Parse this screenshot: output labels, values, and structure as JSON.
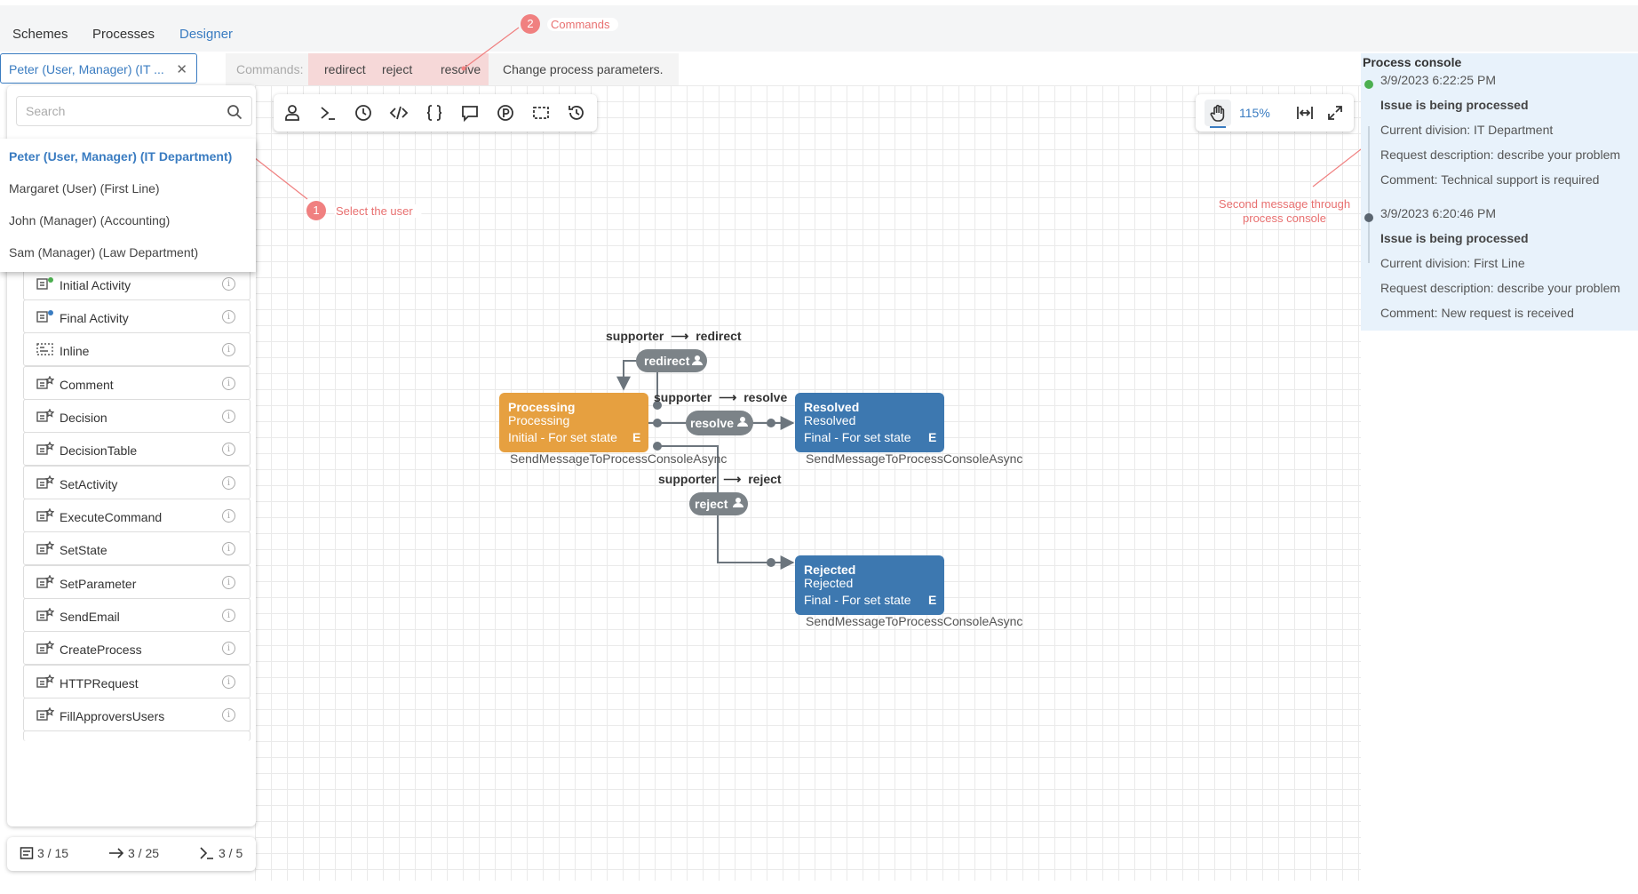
{
  "tabs": [
    {
      "label": "Schemes"
    },
    {
      "label": "Processes"
    },
    {
      "label": "Designer"
    }
  ],
  "user_select": {
    "value": "Peter (User, Manager) (IT ..."
  },
  "commands": {
    "label": "Commands:",
    "items": [
      "redirect",
      "reject",
      "resolve"
    ],
    "change_params": "Change process parameters."
  },
  "search": {
    "placeholder": "Search"
  },
  "users_dropdown": [
    "Peter (User, Manager) (IT Department)",
    "Margaret (User) (First Line)",
    "John (Manager) (Accounting)",
    "Sam (Manager) (Law Department)"
  ],
  "activities": [
    "Initial Activity",
    "Final Activity",
    "Inline",
    "Comment",
    "Decision",
    "DecisionTable",
    "SetActivity",
    "ExecuteCommand",
    "SetState",
    "SetParameter",
    "SendEmail",
    "CreateProcess",
    "HTTPRequest",
    "FillApproversUsers"
  ],
  "stats": {
    "activities": "3 / 15",
    "transitions": "3 / 25",
    "commands": "3 / 5"
  },
  "zoom": {
    "value": "115%"
  },
  "console": {
    "title": "Process console",
    "entries": [
      {
        "time": "3/9/2023 6:22:25 PM",
        "status": "Issue is being processed",
        "division": "Current division: IT Department",
        "request": "Request description: describe your problem",
        "comment": "Comment: Technical support is required",
        "dot_color": "#4caf50"
      },
      {
        "time": "3/9/2023 6:20:46 PM",
        "status": "Issue is being processed",
        "division": "Current division: First Line",
        "request": "Request description: describe your problem",
        "comment": "Comment: New request is received",
        "dot_color": "#5a6570"
      }
    ]
  },
  "annotations": {
    "commands": {
      "badge": "2",
      "text": "Commands"
    },
    "select_user": {
      "badge": "1",
      "text": "Select the user"
    },
    "second_message": {
      "text_line1": "Second message through",
      "text_line2": "process console"
    }
  },
  "diagram": {
    "states": [
      {
        "title": "Processing",
        "state": "Processing",
        "info": "Initial - For set state",
        "marker": "E",
        "action": "SendMessageToProcessConsoleAsync",
        "color": "#e6a040"
      },
      {
        "title": "Resolved",
        "state": "Resolved",
        "info": "Final - For set state",
        "marker": "E",
        "action": "SendMessageToProcessConsoleAsync",
        "color": "#3d78b0"
      },
      {
        "title": "Rejected",
        "state": "Rejected",
        "info": "Final - For set state",
        "marker": "E",
        "action": "SendMessageToProcessConsoleAsync",
        "color": "#3d78b0"
      }
    ],
    "transitions": [
      {
        "actor": "supporter",
        "arrow": "⟶",
        "command": "redirect",
        "pill": "redirect"
      },
      {
        "actor": "supporter",
        "arrow": "⟶",
        "command": "resolve",
        "pill": "resolve"
      },
      {
        "actor": "supporter",
        "arrow": "⟶",
        "command": "reject",
        "pill": "reject"
      }
    ]
  },
  "colors": {
    "accent": "#3a7cc1",
    "annotation": "#f08080",
    "pill": "#7c8388",
    "line": "#6c757d"
  }
}
